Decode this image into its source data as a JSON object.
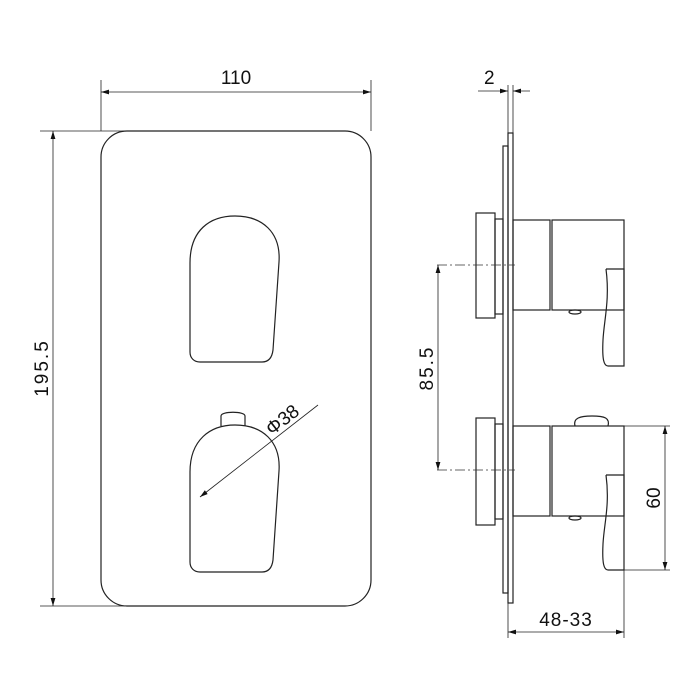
{
  "dimensions": {
    "width": "110",
    "height": "195.5",
    "knob_diameter": "Φ38",
    "plate_thickness": "2",
    "handle_spacing": "85.5",
    "lever_height": "60",
    "projection": "48-33"
  }
}
